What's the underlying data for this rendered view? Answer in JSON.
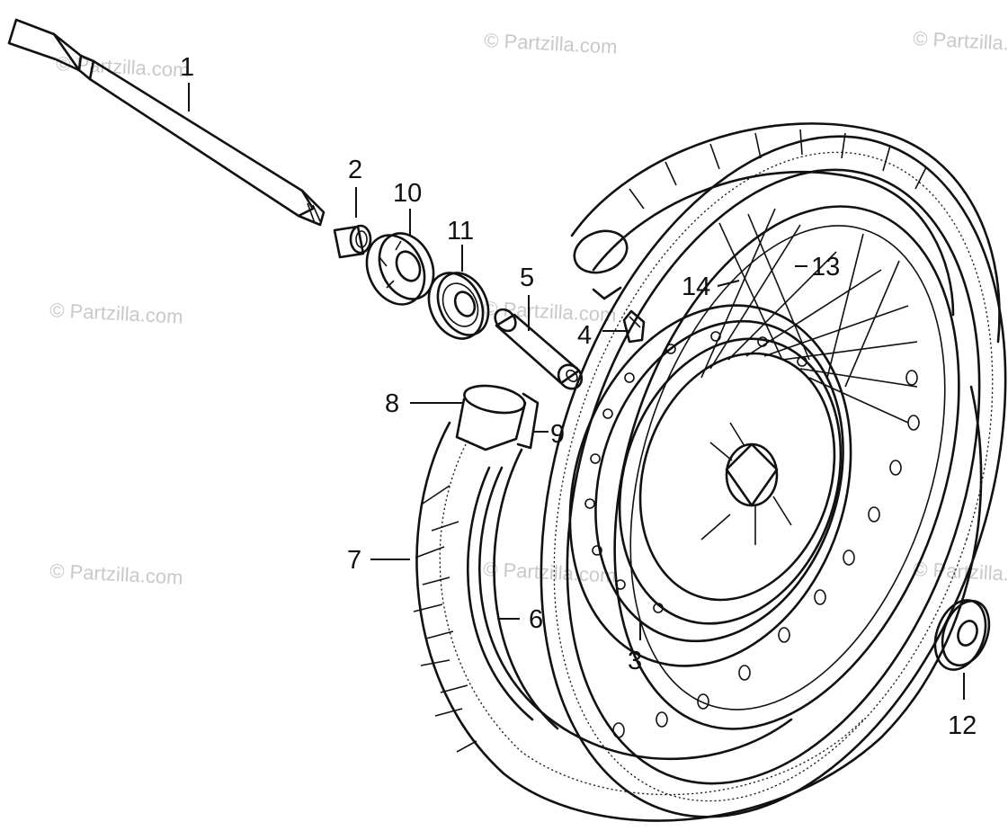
{
  "watermark": "© Partzilla.com",
  "callouts": {
    "c1": "1",
    "c2": "2",
    "c3": "3",
    "c4": "4",
    "c5": "5",
    "c6": "6",
    "c7": "7",
    "c8": "8",
    "c9": "9",
    "c10": "10",
    "c11": "11",
    "c12": "12",
    "c13": "13",
    "c14": "14"
  }
}
